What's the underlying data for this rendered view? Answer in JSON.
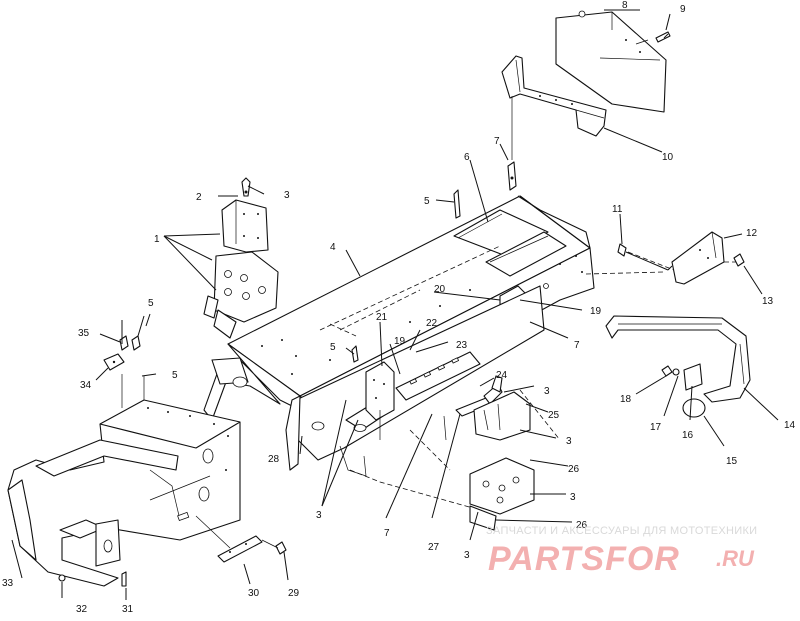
{
  "callouts": {
    "c1": "1",
    "c2": "2",
    "c3a": "3",
    "c3b": "3",
    "c3c": "3",
    "c3d": "3",
    "c3e": "3",
    "c3f": "3",
    "c4": "4",
    "c5a": "5",
    "c5b": "5",
    "c5c": "5",
    "c5d": "5",
    "c6": "6",
    "c7a": "7",
    "c7b": "7",
    "c7c": "7",
    "c8": "8",
    "c9": "9",
    "c10": "10",
    "c11": "11",
    "c12": "12",
    "c13": "13",
    "c14": "14",
    "c15": "15",
    "c16": "16",
    "c17": "17",
    "c18": "18",
    "c19a": "19",
    "c19b": "19",
    "c20": "20",
    "c21": "21",
    "c22": "22",
    "c23": "23",
    "c24": "24",
    "c25": "25",
    "c26a": "26",
    "c26b": "26",
    "c27": "27",
    "c28": "28",
    "c29": "29",
    "c30": "30",
    "c31": "31",
    "c32": "32",
    "c33": "33",
    "c34": "34",
    "c35": "35"
  },
  "watermark": {
    "caption": "ЗАПЧАСТИ И АКСЕССУАРЫ ДЛЯ МОТОТЕХНИКИ",
    "logo": "PARTSFOR",
    "suffix": ".RU"
  }
}
